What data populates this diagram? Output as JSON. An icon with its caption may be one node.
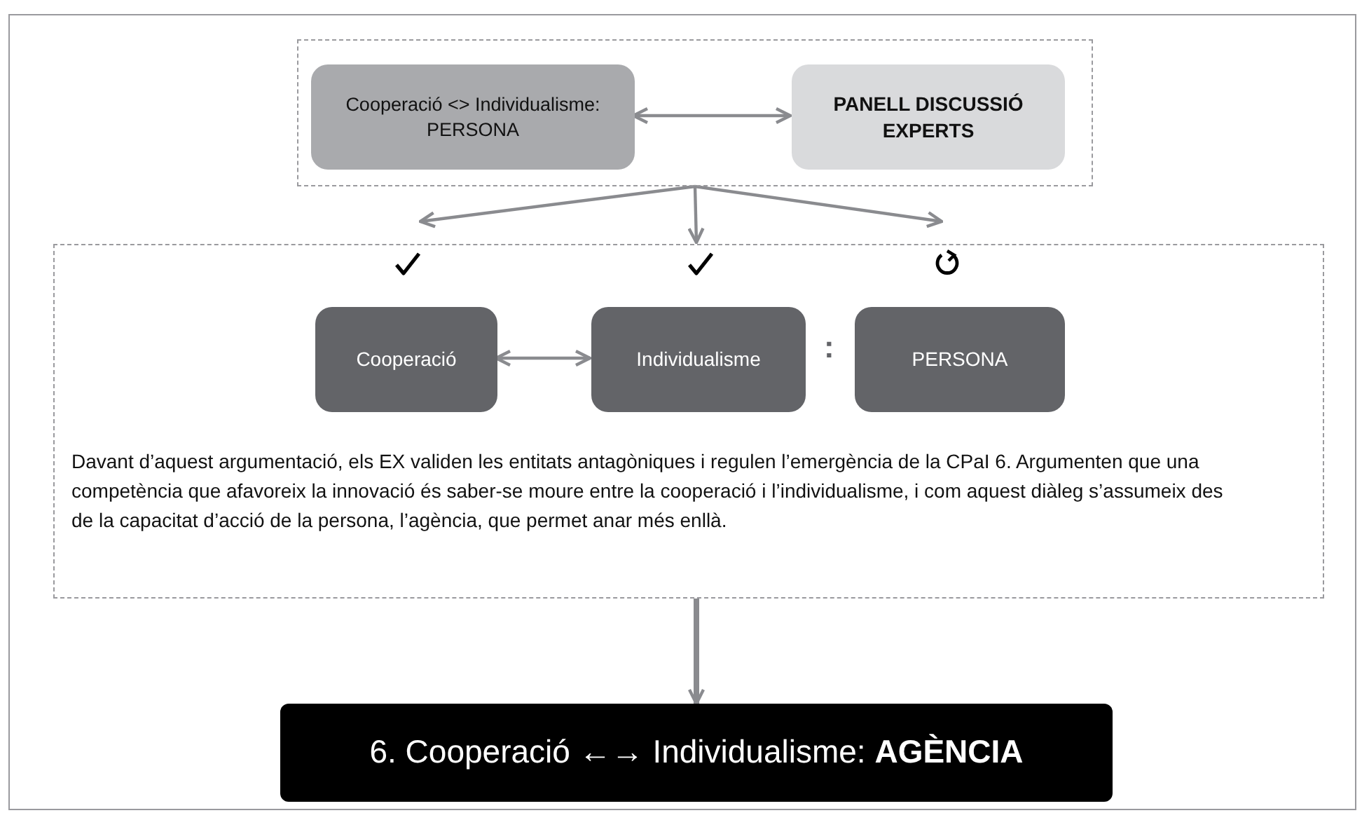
{
  "diagram": {
    "nodes": [
      {
        "text": [],
        "shape": "box"
      },
      {
        "text": [
          "Cooperació <> Individualisme: PERSONA"
        ],
        "in": 0
      },
      {
        "text": [
          "PANELL DISCUSSIÓ EXPERTS"
        ],
        "in": 0
      },
      {
        "text": [
          "Davant d’aquest argumentació, els EX validen les entitats antagòniques i regulen l’emergència de la CPaI 6. Argumenten que una competència que afavoreix la innovació és saber-se moure entre la cooperació i l’individualisme, i com aquest diàleg s’assumeix des de la capacitat d’acció de la persona, l’agència, que permet anar més enllà."
        ]
      },
      {
        "text": [
          "Cooperació"
        ],
        "in": 3
      },
      {
        "text": [
          "Individualisme"
        ],
        "in": 3
      },
      {
        "text": [
          "PERSONA"
        ],
        "in": 3
      },
      {
        "text": [
          "6. Cooperació ←→ Individualisme: **AGÈNCIA**"
        ]
      }
    ],
    "edges": [
      {
        "from": 1,
        "to": 2,
        "arrow": "both"
      },
      {
        "from": 0,
        "to": 3,
        "arrow": "to"
      },
      {
        "from": 0,
        "to": 3,
        "arrow": "to"
      },
      {
        "from": 0,
        "to": 3,
        "arrow": "to"
      },
      {
        "from": 4,
        "to": 5,
        "arrow": "both"
      },
      {
        "from": 3,
        "to": 7,
        "arrow": "to",
        "style": "thick"
      }
    ],
    "labels": [
      ":"
    ]
  }
}
